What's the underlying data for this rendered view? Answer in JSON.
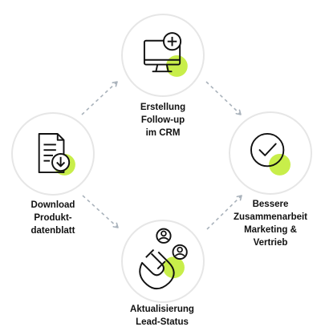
{
  "steps": [
    {
      "id": "crm",
      "label": "Erstellung\nFollow-up\nim CRM",
      "icon": "monitor-plus-icon"
    },
    {
      "id": "marketing",
      "label": "Bessere\nZusammenarbeit\nMarketing &\nVertrieb",
      "icon": "check-circle-icon"
    },
    {
      "id": "lead",
      "label": "Aktualisierung\nLead-Status",
      "icon": "magnet-users-icon"
    },
    {
      "id": "download",
      "label": "Download\nProdukt-\ndatenblatt",
      "icon": "document-download-icon"
    }
  ],
  "colors": {
    "accent": "#c8ee4a",
    "line": "#111111",
    "circle_border": "#e6e6e6",
    "arrow": "#a9b2bb"
  }
}
